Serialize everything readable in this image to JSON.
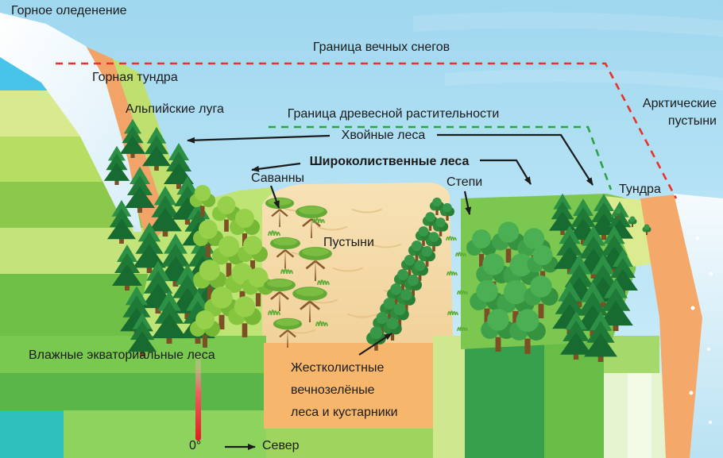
{
  "labels": {
    "mountain_glaciation": "Горное оледенение",
    "snow_line_boundary": "Граница вечных снегов",
    "mountain_tundra": "Горная тундра",
    "alpine_meadows": "Альпийские луга",
    "tree_line_boundary": "Граница древесной растительности",
    "coniferous_forests": "Хвойные леса",
    "broadleaf_forests": "Широколиственные леса",
    "savannas": "Саванны",
    "steppes": "Степи",
    "deserts": "Пустыни",
    "tundra": "Тундра",
    "arctic_deserts": "Арктические\nпустыни",
    "humid_equatorial_forests": "Влажные экваториальные леса",
    "sclerophyll_forests": "Жестколистные\nвечнозелёные\nлеса и кустарники",
    "equator_latitude": "0°",
    "north_direction": "Север"
  },
  "colors": {
    "snow_line": "#e8312a",
    "tree_line": "#2ca24b",
    "arrow": "#1c1c1c",
    "equator_bar": "#de1f1f"
  }
}
